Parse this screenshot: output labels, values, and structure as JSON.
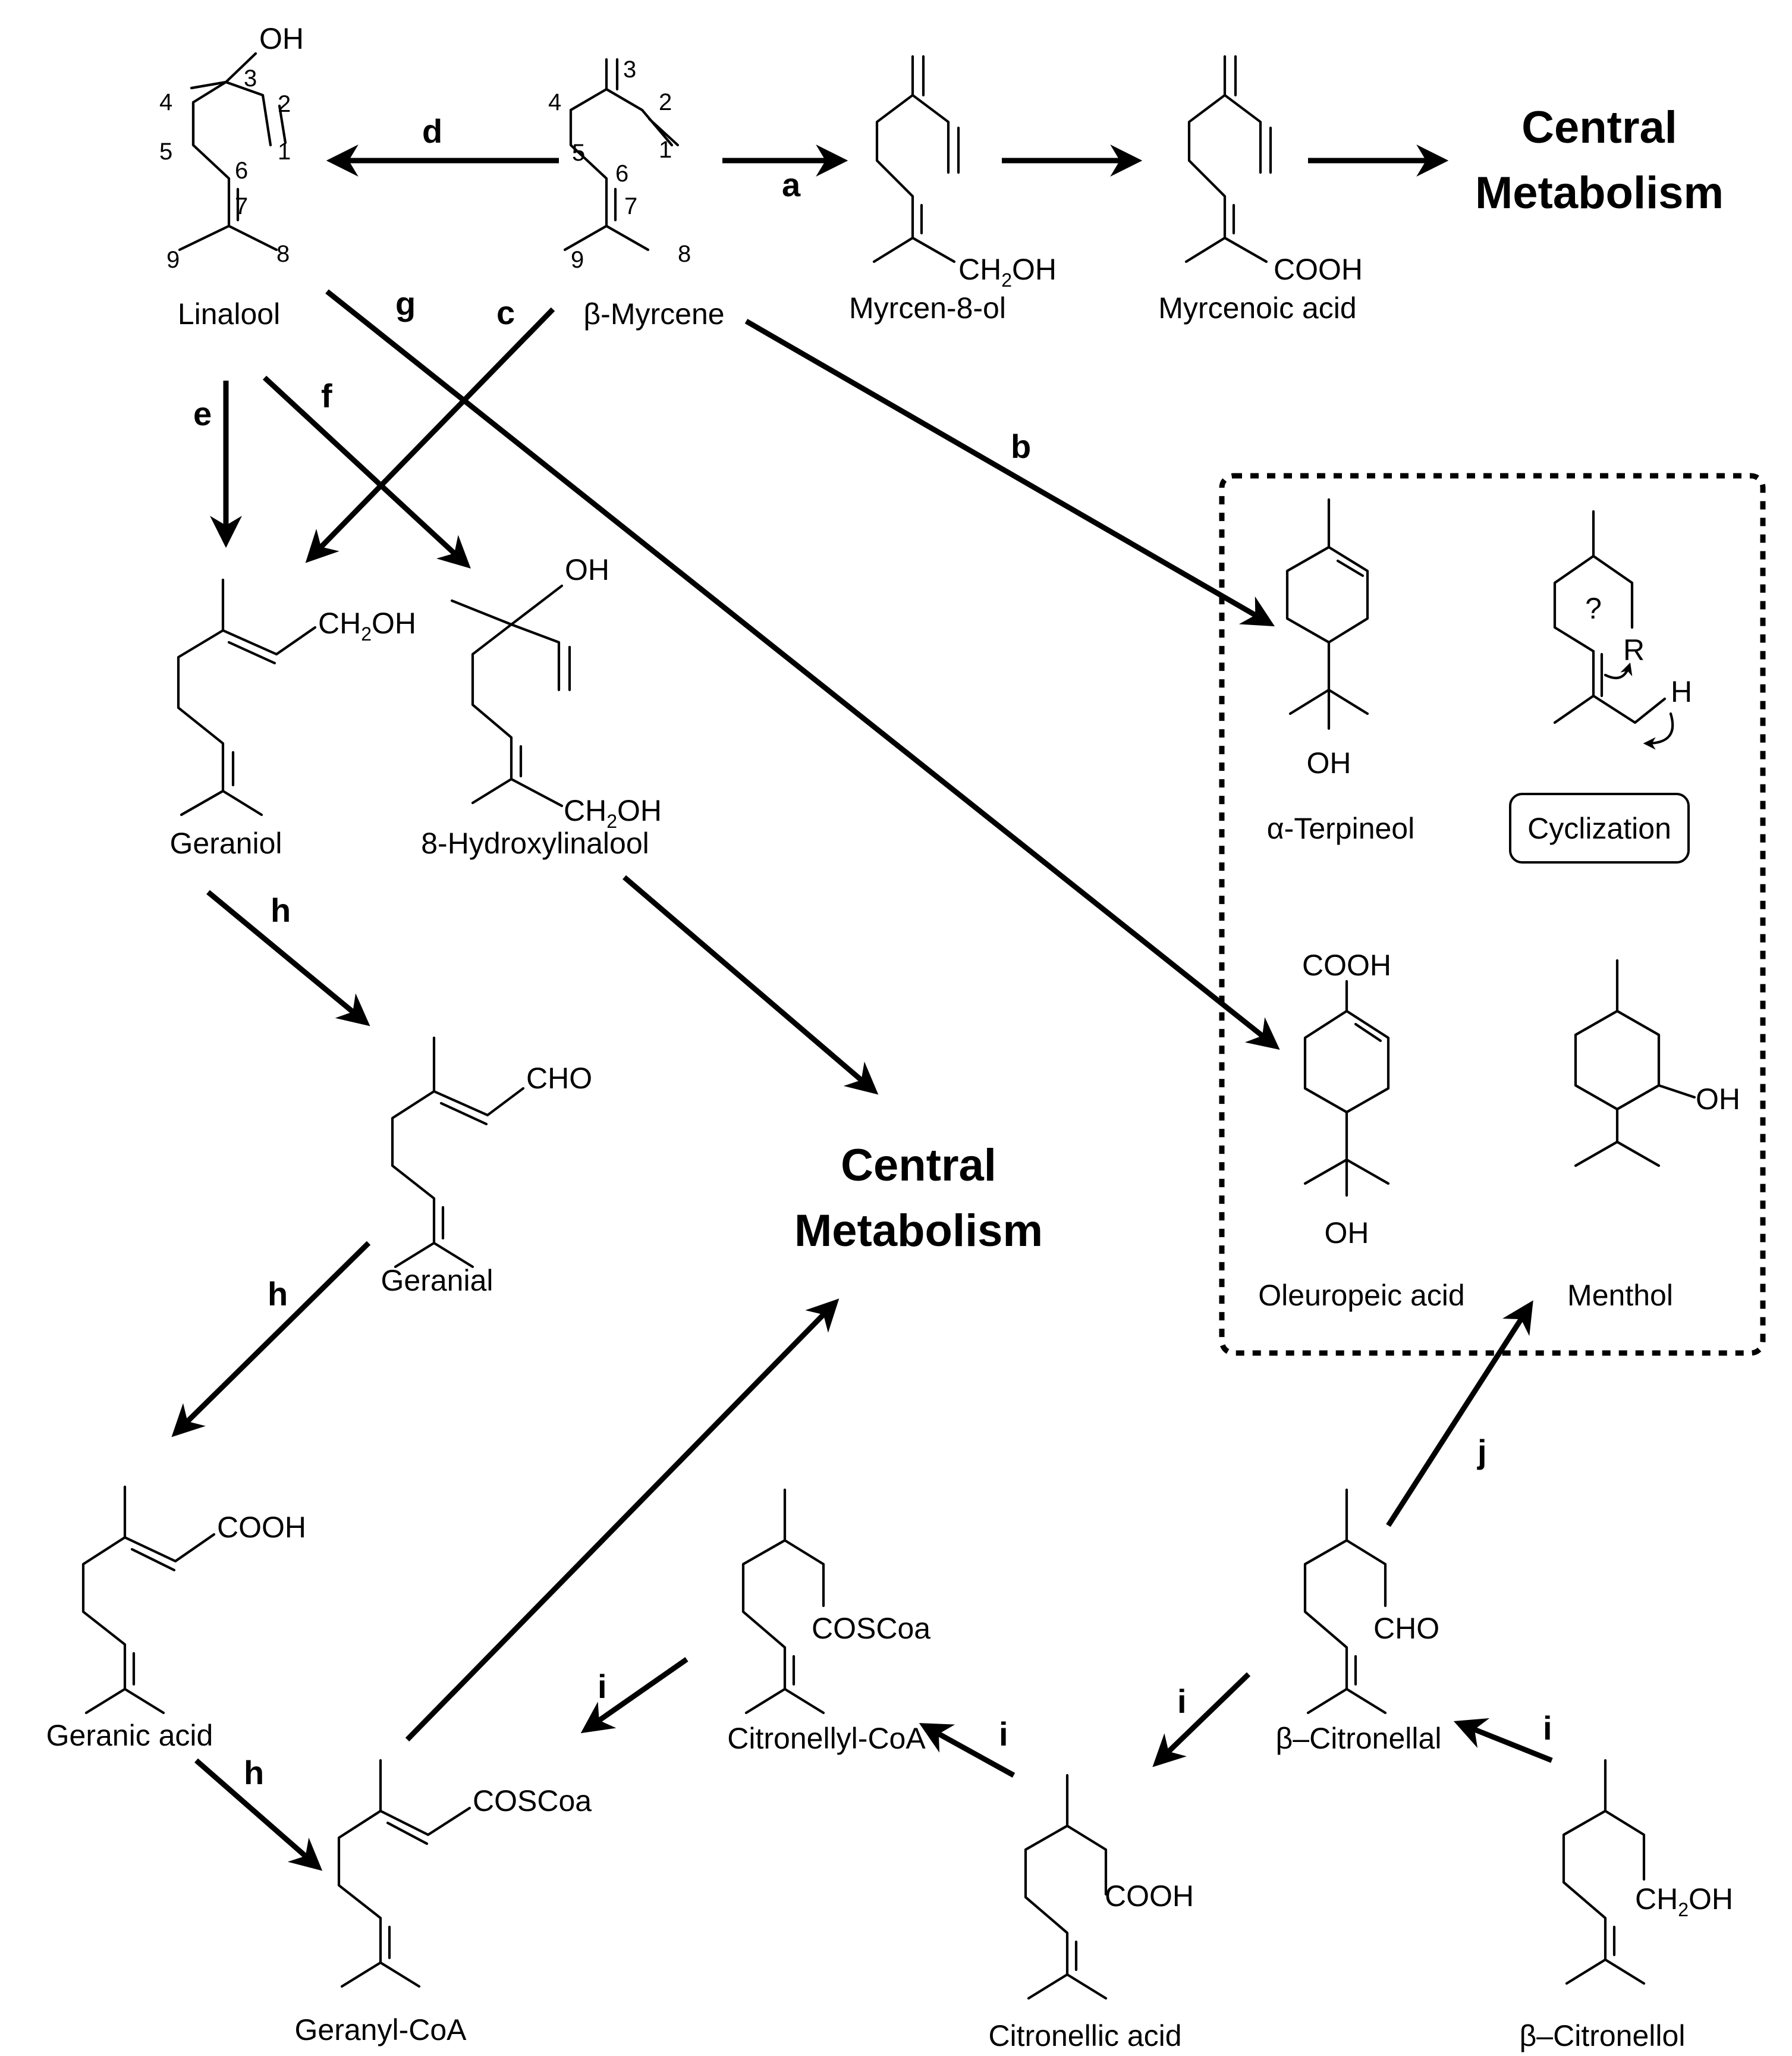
{
  "compounds": {
    "linalool": "Linalool",
    "myrcene": "β-Myrcene",
    "myrcen8ol": "Myrcen-8-ol",
    "myrcenoic": "Myrcenoic acid",
    "geraniol": "Geraniol",
    "hydroxylinalool": "8-Hydroxylinalool",
    "geranial": "Geranial",
    "geranic": "Geranic acid",
    "geranylcoa": "Geranyl-CoA",
    "citronellylcoa": "Citronellyl-CoA",
    "citronellic": "Citronellic acid",
    "citronellal": "β–Citronellal",
    "citronellol": "β–Citronellol",
    "terpineol": "α-Terpineol",
    "oleuropeic": "Oleuropeic acid",
    "menthol": "Menthol"
  },
  "central": {
    "line1": "Central",
    "line2": "Metabolism"
  },
  "cyclization": "Cyclization",
  "question": "?",
  "groups": {
    "oh": "OH",
    "ch2oh": "CH2OH",
    "cooh": "COOH",
    "cho": "CHO",
    "coscoa": "COSCoa",
    "r": "R",
    "h": "H"
  },
  "steps": [
    "a",
    "b",
    "c",
    "d",
    "e",
    "f",
    "g",
    "h",
    "h",
    "h",
    "i",
    "i",
    "i",
    "i",
    "j"
  ],
  "atom_numbers": [
    "1",
    "2",
    "3",
    "4",
    "5",
    "6",
    "7",
    "8",
    "9"
  ]
}
